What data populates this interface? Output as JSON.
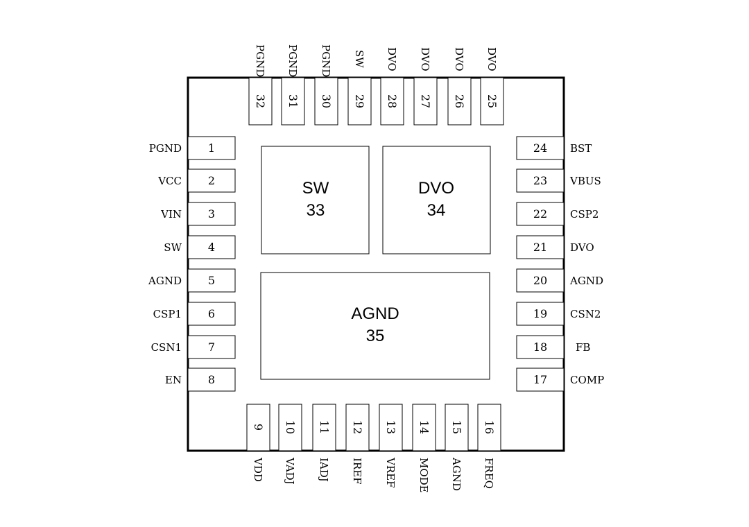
{
  "package": {
    "pins": [
      {
        "num": "1",
        "name": "PGND"
      },
      {
        "num": "2",
        "name": "VCC"
      },
      {
        "num": "3",
        "name": "VIN"
      },
      {
        "num": "4",
        "name": "SW"
      },
      {
        "num": "5",
        "name": "AGND"
      },
      {
        "num": "6",
        "name": "CSP1"
      },
      {
        "num": "7",
        "name": "CSN1"
      },
      {
        "num": "8",
        "name": "EN"
      },
      {
        "num": "9",
        "name": "VDD"
      },
      {
        "num": "10",
        "name": "VADJ"
      },
      {
        "num": "11",
        "name": "IADJ"
      },
      {
        "num": "12",
        "name": "IREF"
      },
      {
        "num": "13",
        "name": "VREF"
      },
      {
        "num": "14",
        "name": "MODE"
      },
      {
        "num": "15",
        "name": "AGND"
      },
      {
        "num": "16",
        "name": "FREQ"
      },
      {
        "num": "17",
        "name": "COMP"
      },
      {
        "num": "18",
        "name": "FB"
      },
      {
        "num": "19",
        "name": "CSN2"
      },
      {
        "num": "20",
        "name": "AGND"
      },
      {
        "num": "21",
        "name": "DVO"
      },
      {
        "num": "22",
        "name": "CSP2"
      },
      {
        "num": "23",
        "name": "VBUS"
      },
      {
        "num": "24",
        "name": "BST"
      },
      {
        "num": "25",
        "name": "DVO"
      },
      {
        "num": "26",
        "name": "DVO"
      },
      {
        "num": "27",
        "name": "DVO"
      },
      {
        "num": "28",
        "name": "DVO"
      },
      {
        "num": "29",
        "name": "SW"
      },
      {
        "num": "30",
        "name": "PGND"
      },
      {
        "num": "31",
        "name": "PGND"
      },
      {
        "num": "32",
        "name": "PGND"
      }
    ],
    "pads": [
      {
        "name": "SW",
        "num": "33"
      },
      {
        "name": "DVO",
        "num": "34"
      },
      {
        "name": "AGND",
        "num": "35"
      }
    ]
  }
}
